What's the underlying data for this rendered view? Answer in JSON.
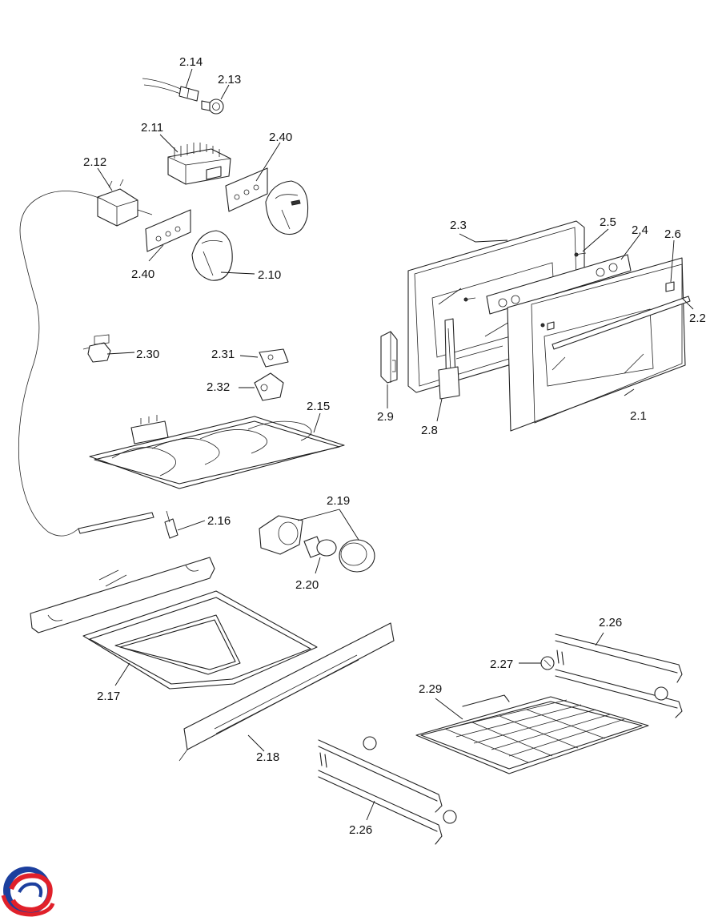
{
  "parts": [
    {
      "key": "p214",
      "label": "2.14"
    },
    {
      "key": "p213",
      "label": "2.13"
    },
    {
      "key": "p211",
      "label": "2.11"
    },
    {
      "key": "p240a",
      "label": "2.40"
    },
    {
      "key": "p212",
      "label": "2.12"
    },
    {
      "key": "p240b",
      "label": "2.40"
    },
    {
      "key": "p210",
      "label": "2.10"
    },
    {
      "key": "p23",
      "label": "2.3"
    },
    {
      "key": "p25",
      "label": "2.5"
    },
    {
      "key": "p24",
      "label": "2.4"
    },
    {
      "key": "p26",
      "label": "2.6"
    },
    {
      "key": "p22",
      "label": "2.2"
    },
    {
      "key": "p230",
      "label": "2.30"
    },
    {
      "key": "p231",
      "label": "2.31"
    },
    {
      "key": "p232",
      "label": "2.32"
    },
    {
      "key": "p215",
      "label": "2.15"
    },
    {
      "key": "p29",
      "label": "2.9"
    },
    {
      "key": "p28",
      "label": "2.8"
    },
    {
      "key": "p21",
      "label": "2.1"
    },
    {
      "key": "p219",
      "label": "2.19"
    },
    {
      "key": "p216",
      "label": "2.16"
    },
    {
      "key": "p220",
      "label": "2.20"
    },
    {
      "key": "p226a",
      "label": "2.26"
    },
    {
      "key": "p227",
      "label": "2.27"
    },
    {
      "key": "p229",
      "label": "2.29"
    },
    {
      "key": "p217",
      "label": "2.17"
    },
    {
      "key": "p218",
      "label": "2.18"
    },
    {
      "key": "p226b",
      "label": "2.26"
    }
  ],
  "logo": {
    "name": "brand-logo",
    "colors": [
      "#1c3f9e",
      "#e0202a"
    ]
  }
}
